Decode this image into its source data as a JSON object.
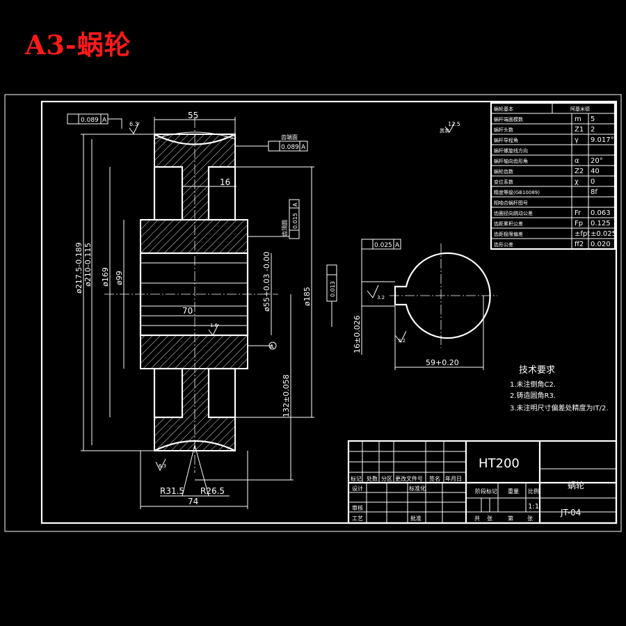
{
  "title": "A3-蜗轮",
  "dimensions": {
    "width_55": "55",
    "web_16": "16",
    "bore_70": "70",
    "width_74": "74",
    "r_31_5": "R31.5",
    "r_26_5": "R26.5",
    "dia_217": "ø217.5-0.189",
    "dia_210": "ø210-0.115",
    "dia_169": "ø169",
    "dia_99": "ø99",
    "dia_55": "ø55+0.03 -0.00",
    "dia_185": "ø185",
    "center_132": "132±0.058",
    "key_16": "16±0.026",
    "key_59": "59+0.20",
    "rough_63": "6.3",
    "rough_125": "12.5",
    "rough_32": "3.2",
    "rough_16": "1.6",
    "rough_remain": "其余"
  },
  "tolerances": {
    "top_left_val": "0.089",
    "top_left_ref": "A",
    "side_label": "齿端面",
    "side_val": "0.089",
    "side_ref": "A",
    "mid_label": "齿顶圆",
    "mid_val": "0.015",
    "mid_ref": "A",
    "key_val": "0.025",
    "key_ref": "A",
    "vert_val": "0.013",
    "datum": "A"
  },
  "params_table": {
    "title_left": "蜗轮基本",
    "title_right": "阿基米德",
    "rows": [
      {
        "name": "蜗杆端面模数",
        "sym": "m",
        "val": "5"
      },
      {
        "name": "蜗杆头数",
        "sym": "Z1",
        "val": "2"
      },
      {
        "name": "蜗杆导程角",
        "sym": "γ",
        "val": "9.017°"
      },
      {
        "name": "蜗杆螺旋线方向",
        "sym": "",
        "val": ""
      },
      {
        "name": "蜗杆轴向齿形角",
        "sym": "α",
        "val": "20°"
      },
      {
        "name": "蜗轮齿数",
        "sym": "Z2",
        "val": "40"
      },
      {
        "name": "变位系数",
        "sym": "χ",
        "val": "0"
      },
      {
        "name": "精度等级(GB10089)",
        "sym": "",
        "val": "8f"
      },
      {
        "name": "相啮合蜗杆图号",
        "sym": "",
        "val": ""
      },
      {
        "name": "齿圈径向跳动公差",
        "sym": "Fr",
        "val": "0.063"
      },
      {
        "name": "齿距累积公差",
        "sym": "Fp",
        "val": "0.125"
      },
      {
        "name": "齿距极限偏差",
        "sym": "±fpt",
        "val": "±0.025"
      },
      {
        "name": "齿形公差",
        "sym": "ff2",
        "val": "0.020"
      }
    ]
  },
  "tech_requirements": {
    "heading": "技术要求",
    "items": [
      "1.未注倒角C2.",
      "2.铸造圆角R3.",
      "3.未注明尺寸偏差处精度为IT/2."
    ]
  },
  "title_block": {
    "material": "HT200",
    "part_name": "蜗轮",
    "drawing_no": "JT-04",
    "scale": "1:1",
    "labels": {
      "mark": "标记",
      "count": "处数",
      "zone": "分区",
      "change_doc": "更改文件号",
      "sign": "签名",
      "date": "年月日",
      "design": "设计",
      "standard": "标准化",
      "stage": "阶段标记",
      "weight": "重量",
      "ratio": "比例",
      "review": "审核",
      "craft": "工艺",
      "approve": "批准",
      "total": "共",
      "sheet": "张",
      "nth": "第",
      "sheet2": "张"
    }
  }
}
